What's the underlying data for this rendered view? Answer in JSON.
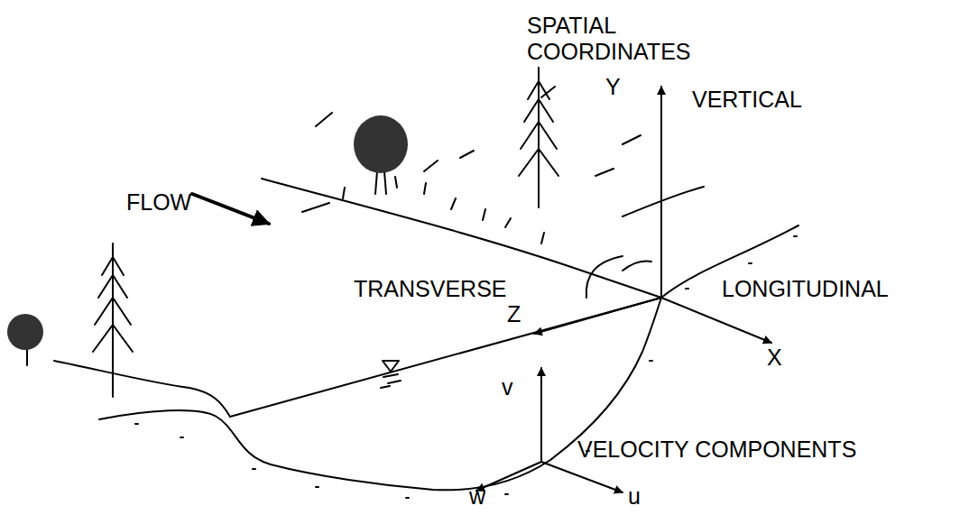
{
  "diagram": {
    "labels": [
      "SPATIAL COORDINATES",
      "Y",
      "VERTICAL",
      "FLOW",
      "TRANSVERSE",
      "LONGITUDINAL",
      "Z",
      "X",
      "v",
      "VELOCITY COMPONENTS",
      "w",
      "u"
    ]
  }
}
